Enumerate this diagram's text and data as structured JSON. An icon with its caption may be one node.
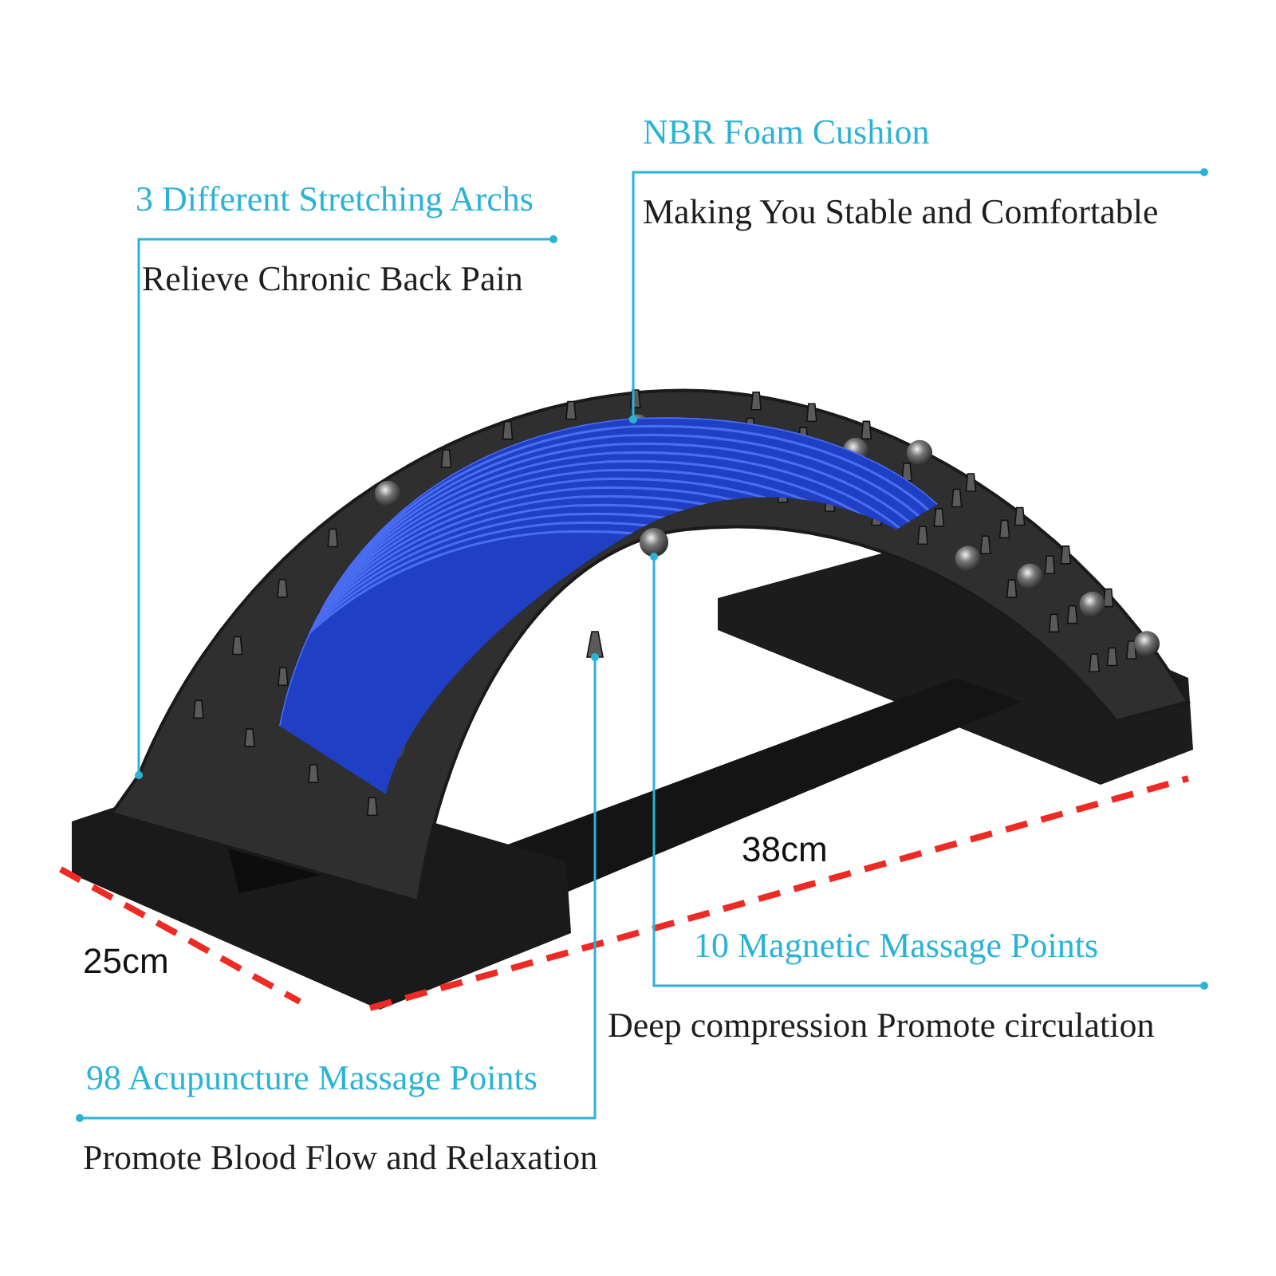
{
  "diagram": {
    "nodes": [
      {
        "text": [
          "3 Different Stretching Archs",
          "Relieve Chronic Back Pain"
        ]
      },
      {
        "text": [
          "NBR Foam Cushion",
          "Making You Stable and Comfortable"
        ]
      },
      {
        "text": [
          "10 Magnetic Massage Points",
          "Deep compression Promote circulation"
        ]
      },
      {
        "text": [
          "98 Acupuncture Massage Points",
          "Promote Blood Flow and Relaxation"
        ]
      },
      {
        "text": [],
        "shape": "picture"
      },
      {
        "text": [],
        "shape": "picture",
        "in": 4
      },
      {
        "text": [],
        "shape": "picture",
        "in": 4
      },
      {
        "text": [],
        "shape": "picture",
        "in": 4
      },
      {
        "text": [],
        "shape": "picture",
        "in": 4
      }
    ],
    "edges": [
      {
        "from": 0,
        "to": 5,
        "arrow": "other"
      },
      {
        "from": 1,
        "to": 6,
        "arrow": "other"
      },
      {
        "from": 2,
        "to": 7,
        "arrow": "other"
      },
      {
        "from": 3,
        "to": 8,
        "arrow": "other"
      }
    ],
    "labels": [
      "38cm",
      "25cm"
    ]
  }
}
